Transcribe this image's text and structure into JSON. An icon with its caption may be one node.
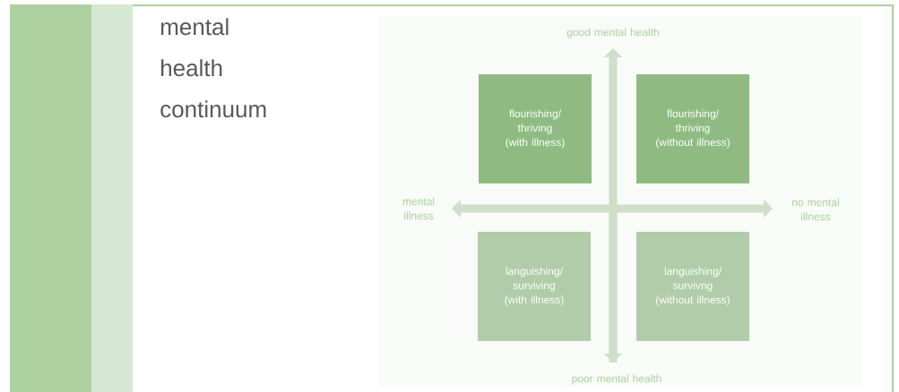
{
  "diagram": {
    "title": "mental health continuum",
    "nodes": [
      {
        "text": [
          "flourishing/ thriving (with illness)"
        ]
      },
      {
        "text": [
          "flourishing/ thriving (without illness)"
        ]
      },
      {
        "text": [
          "languishing/ surviving (with illness)"
        ]
      },
      {
        "text": [
          "languishing/ survivng (without illness)"
        ]
      }
    ],
    "labels": [
      "good mental health",
      "mental illness",
      "no mental illness",
      "poor mental health"
    ]
  }
}
